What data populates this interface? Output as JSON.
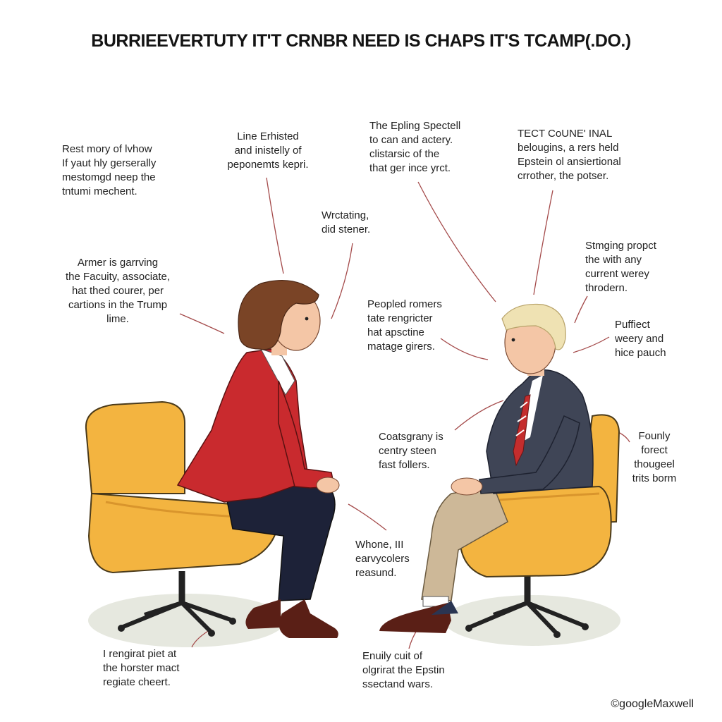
{
  "title": "BURRIEEVERTUTY IT'T CRNBR NEED IS CHAPS IT'S TCAMP(.DO.)",
  "annotations": [
    "Rest mory of lvhow\nIf yaut hly gerserally\nmestomgd neep the\ntntumi mechent.",
    "Line Erhisted\nand inistelly of\npeponemts kepri.",
    "The Epling Spectell\nto can and actery.\nclistarsic of the\nthat ger ince yrct.",
    "TECT CoUNE' INAL\nbelougins, a rers held\nEpstein ol ansiertional\ncrrother, the potser.",
    "Wrctating,\ndid stener.",
    "Armer is garrving\nthe Facuity, associate,\nhat thed courer, per\ncartions in the Trump\nlime.",
    "Stmging propct\nthe with any\ncurrent werey\nthrodern.",
    "Peopled romers\ntate rengricter\nhat apsctine\nmatage girers.",
    "Puffiect\nweery and\nhice pauch",
    "Coatsgrany is\ncentry steen\nfast follers.",
    "Founly\nforect\nthougeel\ntrits borm",
    "Whone, III\nearvycolers\nreasund.",
    "I rengirat piet at\nthe horster mact\nregiate cheert.",
    "Enuily cuit of\nolgrirat the Epstin\nssectand wars."
  ],
  "credit": "©googleMaxwell",
  "colors": {
    "chair": "#f3b440",
    "chair_shadow": "#d9952c",
    "woman_jacket": "#c92a2e",
    "woman_trousers": "#1d2238",
    "woman_hair": "#7a4426",
    "man_jacket": "#3f4556",
    "man_trousers": "#cdb898",
    "man_hair": "#efe2b3",
    "tie": "#c42d2d",
    "skin": "#f4c6a6",
    "shoes": "#5a1f16",
    "floor_shadow": "#e6e8df",
    "leader_line": "#a44a4a"
  }
}
